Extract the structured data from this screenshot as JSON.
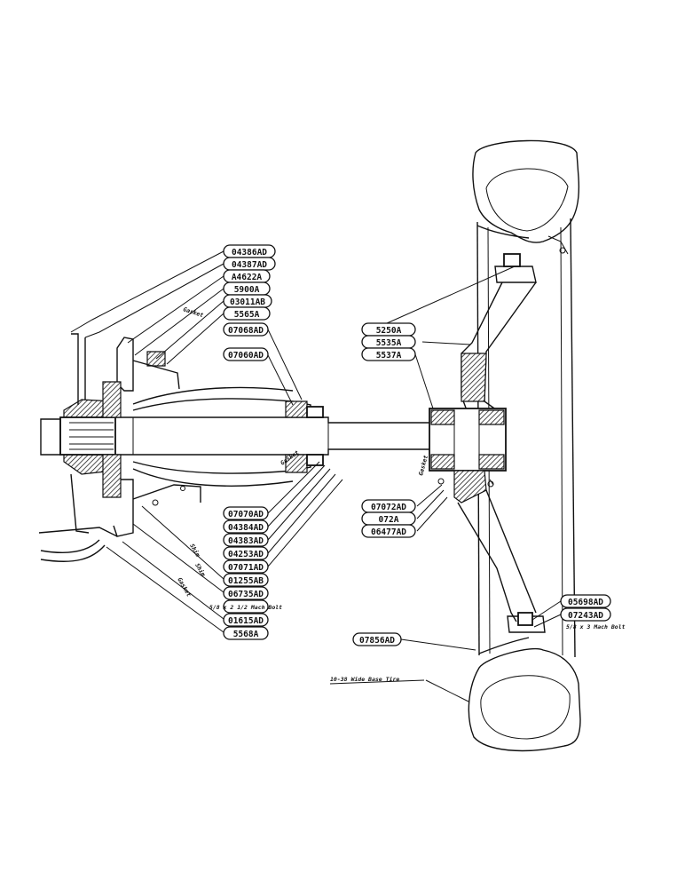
{
  "diagram": {
    "part_labels": {
      "p04386AD": "04386AD",
      "p04387AD": "04387AD",
      "pA4622A": "A4622A",
      "p5900A": "5900A",
      "p03011AB": "03011AB",
      "p5565A": "5565A",
      "p07068AD": "07068AD",
      "p07060AD": "07060AD",
      "p5250A": "5250A",
      "p5535A": "5535A",
      "p5537A": "5537A",
      "p07070AD": "07070AD",
      "p04384AD": "04384AD",
      "p04383AD": "04383AD",
      "p04253AD": "04253AD",
      "p07071AD": "07071AD",
      "p01255AB": "01255AB",
      "p06735AD": "06735AD",
      "p01615AD": "01615AD",
      "p5568A": "5568A",
      "p07072AD": "07072AD",
      "p072A": "072A",
      "p06477AD": "06477AD",
      "p05698AD": "05698AD",
      "p07243AD": "07243AD",
      "p07856AD": "07856AD"
    },
    "notes": {
      "tire": "10-38 Wide Base Tire",
      "mach_bolt": "5/8 x 3 Mach Bolt",
      "small_bolt": "5/8 x 2 1/2 Mach Bolt",
      "gasket_1": "Gasket",
      "gasket_2": "Gasket",
      "gasket_3": "Gasket",
      "gasket_4": "Gasket",
      "shim_1": "Shim",
      "shim_2": "Shim"
    }
  }
}
